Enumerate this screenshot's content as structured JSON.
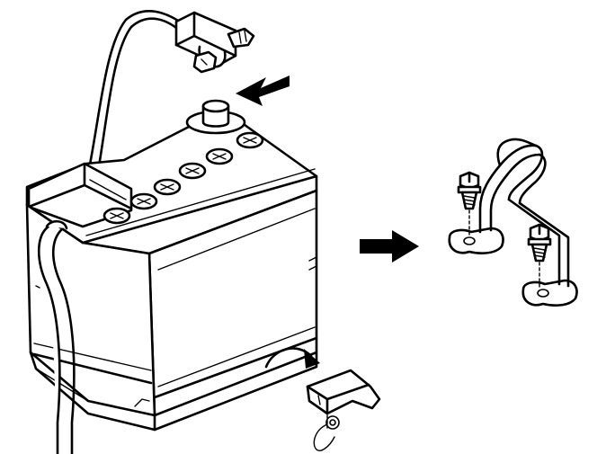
{
  "diagram": {
    "background_color": "#ffffff",
    "line_color": "#000000",
    "icons": [
      "battery",
      "negative-cable",
      "battery-terminal-clamp",
      "terminal-post",
      "indicator-arrow",
      "vent-caps",
      "hold-down-bracket",
      "bracket-bolt",
      "hold-down-clamp",
      "rotate-arrow"
    ]
  }
}
